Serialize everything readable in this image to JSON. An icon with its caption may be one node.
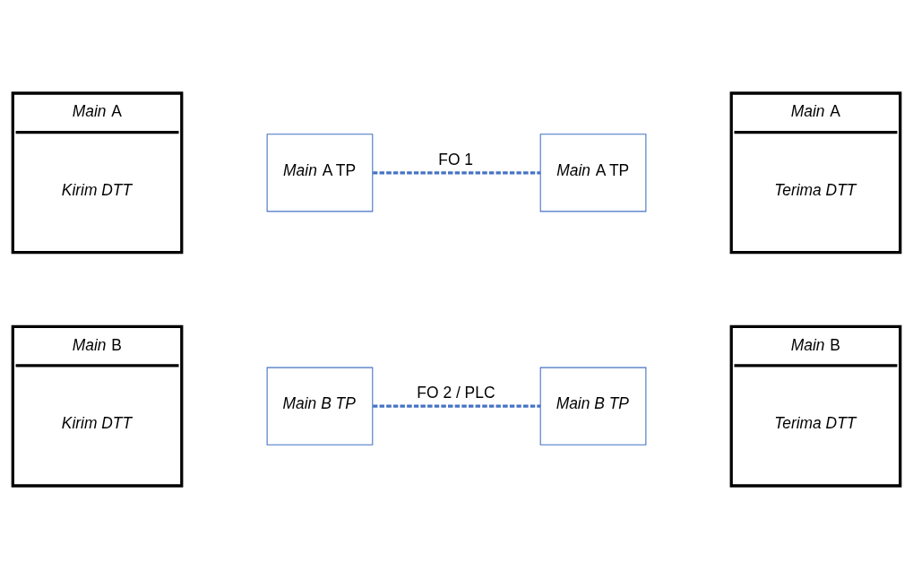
{
  "diagram": {
    "nodes": [
      {
        "text": [
          "*Main* A",
          "Kirim DTT"
        ]
      },
      {
        "text": [
          "*Main* A TP"
        ]
      },
      {
        "text": [
          "*Main* A TP"
        ]
      },
      {
        "text": [
          "*Main* A",
          "Terima DTT"
        ]
      },
      {
        "text": [
          "*Main* B",
          "Kirim DTT"
        ]
      },
      {
        "text": [
          "Main B TP"
        ]
      },
      {
        "text": [
          "Main B TP"
        ]
      },
      {
        "text": [
          "*Main* B",
          "Terima DTT"
        ]
      }
    ],
    "edges": [
      {
        "from": 1,
        "to": 2,
        "arrow": "none",
        "label": "FO 1",
        "style": "dashed"
      },
      {
        "from": 5,
        "to": 6,
        "arrow": "none",
        "label": "FO 2 / PLC",
        "style": "dashed"
      }
    ]
  }
}
